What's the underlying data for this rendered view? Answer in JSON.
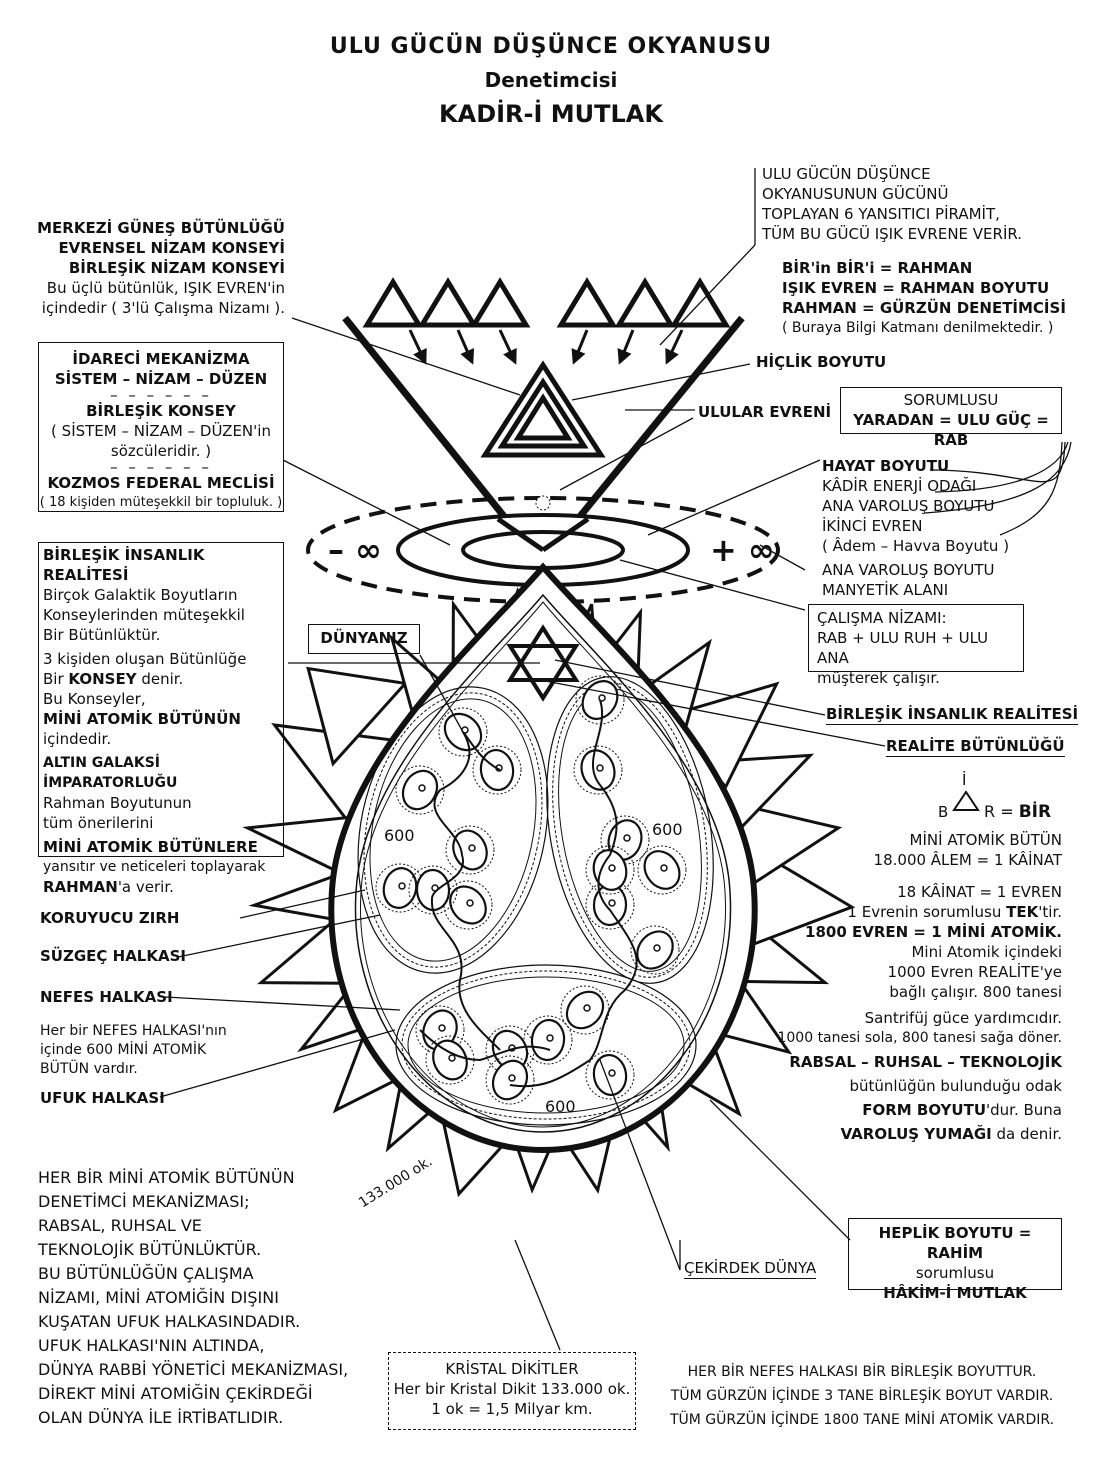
{
  "title": {
    "line1": "ULU GÜCÜN DÜŞÜNCE OKYANUSU",
    "line2": "Denetimcisi",
    "line3": "KADİR-İ MUTLAK"
  },
  "top_right_note": [
    "ULU GÜCÜN DÜŞÜNCE",
    "OKYANUSUNUN GÜCÜNÜ",
    "TOPLAYAN 6 YANSITICI PİRAMİT,",
    "TÜM BU GÜCÜ IŞIK EVRENE VERİR."
  ],
  "top_left_note": {
    "bold": [
      "MERKEZİ GÜNEŞ BÜTÜNLÜĞÜ",
      "EVRENSEL NİZAM KONSEYİ",
      "BİRLEŞİK NİZAM KONSEYİ"
    ],
    "normal": [
      "Bu üçlü bütünlük, IŞIK EVREN'in",
      "içindedir ( 3'lü Çalışma Nizamı )."
    ]
  },
  "rahman_note": {
    "bold": [
      "BİR'in BİR'i = RAHMAN",
      "IŞIK EVREN = RAHMAN BOYUTU",
      "RAHMAN = GÜRZÜN DENETİMCİSİ"
    ],
    "normal": "( Buraya Bilgi Katmanı denilmektedir. )"
  },
  "idareci_box": {
    "line1": "İDARECİ MEKANİZMA",
    "line2": "SİSTEM – NİZAM – DÜZEN",
    "dashes": "– – – – – –",
    "line3": "BİRLEŞİK KONSEY",
    "line4": "( SİSTEM – NİZAM – DÜZEN'in",
    "line5": "sözcüleridir. )",
    "line6": "KOZMOS FEDERAL MECLİSİ",
    "line7": "( 18 kişiden müteşekkil bir topluluk. )"
  },
  "hiclik": "HİÇLİK BOYUTU",
  "ulular": "ULULAR EVRENİ",
  "sorumlu_box": {
    "line1": "SORUMLUSU",
    "line2": "YARADAN = ULU GÜÇ = RAB"
  },
  "hayat_note": {
    "bold": "HAYAT BOYUTU",
    "normal": [
      "KÂDİR ENERJİ ODAĞI",
      "ANA VAROLUŞ BOYUTU",
      "İKİNCİ EVREN",
      "( Âdem – Havva Boyutu )"
    ]
  },
  "ana_varolus": [
    "ANA VAROLUŞ BOYUTU",
    "MANYETİK ALANI"
  ],
  "calisma_box": [
    "ÇALIŞMA NİZAMI:",
    "RAB + ULU RUH + ULU ANA",
    "müşterek çalışır."
  ],
  "minus_inf": "– ∞",
  "plus_inf": "+ ∞",
  "birlesik_insanlik_box": {
    "bold1": "BİRLEŞİK İNSANLIK REALİTESİ",
    "p1": [
      "Birçok Galaktik Boyutların",
      "Konseylerinden müteşekkil",
      "Bir Bütünlüktür."
    ],
    "p2a": "3 kişiden oluşan Bütünlüğe",
    "p2b_pre": "Bir ",
    "p2b_bold": "KONSEY",
    "p2b_post": " denir.",
    "p3": "Bu Konseyler,",
    "p4_bold": "MİNİ ATOMİK BÜTÜNÜN",
    "p5": "içindedir.",
    "p6_bold": "ALTIN GALAKSİ İMPARATORLUĞU",
    "p7": [
      "Rahman Boyutunun",
      "tüm önerilerini"
    ],
    "p8_bold": "MİNİ ATOMİK BÜTÜNLERE",
    "p9": "yansıtır ve neticeleri toplayarak",
    "p10_bold": "RAHMAN",
    "p10_post": "'a verir."
  },
  "dunyaniz": "DÜNYANIZ",
  "birlesik_insanlik_label": "BİRLEŞİK İNSANLIK REALİTESİ",
  "realite_butunlugu": "REALİTE BÜTÜNLÜĞÜ",
  "bir_formula": {
    "top": "İ",
    "left": "B",
    "right": "R = ",
    "bold": "BİR"
  },
  "right_info": {
    "l1": "MİNİ ATOMİK BÜTÜN",
    "l2": "18.000 ÂLEM = 1 KÂİNAT",
    "l3": "18 KÂİNAT = 1 EVREN",
    "l4_pre": "1 Evrenin sorumlusu ",
    "l4_bold": "TEK",
    "l4_post": "'tir.",
    "l5_bold": "1800 EVREN = 1 MİNİ ATOMİK.",
    "l6": "Mini Atomik içindeki",
    "l7": "1000 Evren REALİTE'ye",
    "l8": "bağlı çalışır. 800 tanesi",
    "l9": "Santrifüj güce yardımcıdır.",
    "l10": "1000 tanesi sola, 800 tanesi sağa döner.",
    "l11_bold": "RABSAL – RUHSAL – TEKNOLOJİK",
    "l12": "bütünlüğün bulunduğu odak",
    "l13_bold": "FORM BOYUTU",
    "l13_post": "'dur. Buna",
    "l14_bold": "VAROLUŞ YUMAĞI",
    "l14_post": " da denir."
  },
  "koruyucu": "KORUYUCU ZIRH",
  "suzgec": "SÜZGEÇ HALKASI",
  "nefes": "NEFES HALKASI",
  "nefes_note": [
    "Her bir NEFES HALKASI'nın",
    "içinde 600 MİNİ ATOMİK",
    "BÜTÜN vardır."
  ],
  "ufuk": "UFUK HALKASI",
  "count_600": "600",
  "count_133": "133.000 ok.",
  "bottom_left_note": [
    "HER BİR MİNİ ATOMİK BÜTÜNÜN",
    "DENETİMCİ MEKANİZMASI;",
    "RABSAL, RUHSAL VE",
    "TEKNOLOJİK BÜTÜNLÜKTÜR.",
    "BU BÜTÜNLÜĞÜN ÇALIŞMA",
    "NİZAMI, MİNİ ATOMİĞİN DIŞINI",
    "KUŞATAN UFUK HALKASINDADIR.",
    "UFUK HALKASI'NIN ALTINDA,",
    "DÜNYA RABBİ YÖNETİCİ MEKANİZMASI,",
    "DİREKT MİNİ ATOMİĞİN ÇEKİRDEĞİ",
    "OLAN DÜNYA İLE İRTİBATLIDIR."
  ],
  "cekirdek": "ÇEKİRDEK DÜNYA",
  "heplik_box": {
    "bold": "HEPLİK BOYUTU = RAHİM",
    "normal": "sorumlusu",
    "bold2": "HÂKİM-İ MUTLAK"
  },
  "kristal_box": {
    "l1": "KRİSTAL DİKİTLER",
    "l2": "Her bir Kristal Dikit 133.000 ok.",
    "l3": "1 ok = 1,5 Milyar km."
  },
  "bottom_right_note": [
    "HER BİR NEFES HALKASI BİR BİRLEŞİK BOYUTTUR.",
    "TÜM GÜRZÜN İÇİNDE 3 TANE BİRLEŞİK BOYUT VARDIR.",
    "TÜM GÜRZÜN İÇİNDE 1800 TANE MİNİ ATOMİK VARDIR."
  ]
}
